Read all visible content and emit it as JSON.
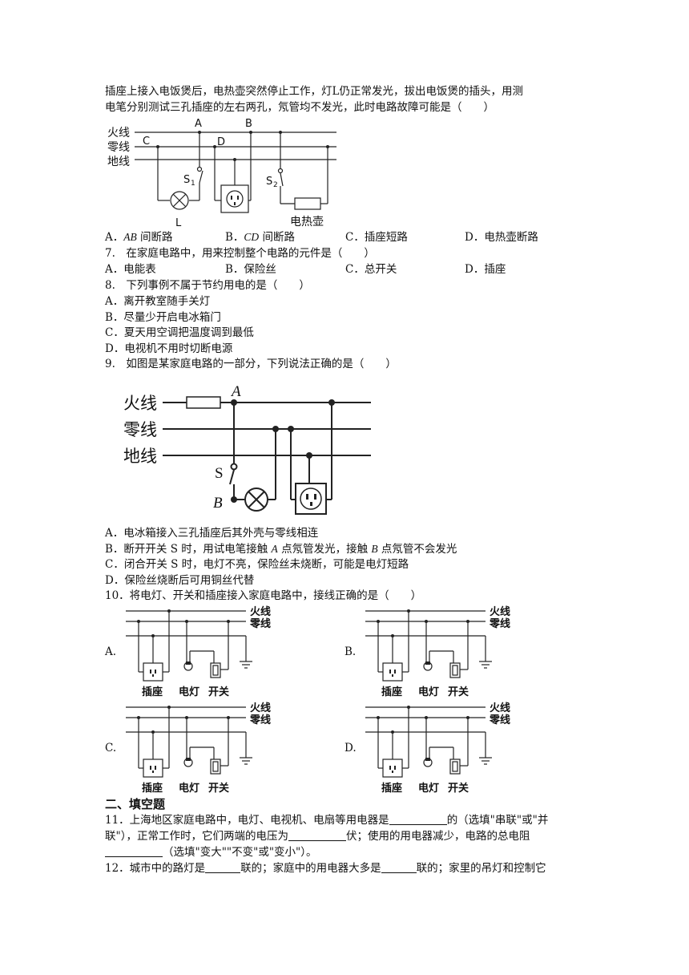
{
  "q6": {
    "line1": "插座上接入电饭煲后，电热壶突然停止工作，灯L仍正常发光，拔出电饭煲的插头，用测",
    "line2": "电笔分别测试三孔插座的左右两孔，氖管均不发光，此时电路故障可能是（　　）",
    "fig": {
      "fire": "火线",
      "zero": "零线",
      "ground": "地线",
      "A": "A",
      "B": "B",
      "C": "C",
      "D": "D",
      "S1": "S",
      "S1sub": "1",
      "S2": "S",
      "S2sub": "2",
      "L": "L",
      "kettle": "电热壶"
    },
    "options": [
      {
        "letter": "A．",
        "it": "AB",
        "text": " 间断路"
      },
      {
        "letter": "B．",
        "it": "CD",
        "text": " 间断路"
      },
      {
        "letter": "C．",
        "it": "",
        "text": "插座短路"
      },
      {
        "letter": "D．",
        "it": "",
        "text": "电热壶断路"
      }
    ]
  },
  "q7": {
    "stem": "7.　在家庭电路中，用来控制整个电路的元件是（　　）",
    "options": [
      "A．电能表",
      "B．保险丝",
      "C．总开关",
      "D．插座"
    ]
  },
  "q8": {
    "stem": "8.　下列事例不属于节约用电的是（　　）",
    "options": [
      "A．离开教室随手关灯",
      "B．尽量少开启电冰箱门",
      "C．夏天用空调把温度调到最低",
      "D．电视机不用时切断电源"
    ]
  },
  "q9": {
    "stem": "9.　如图是某家庭电路的一部分，下列说法正确的是（　　）",
    "fig": {
      "fire": "火线",
      "zero": "零线",
      "ground": "地线",
      "A": "A",
      "S": "S",
      "B": "B"
    },
    "optA": "A．电冰箱接入三孔插座后其外壳与零线相连",
    "optB1": "B．断开开关 S 时，用试电笔接触 ",
    "optB2": "A",
    "optB3": " 点氖管发光，接触 ",
    "optB4": "B",
    "optB5": " 点氖管不会发光",
    "optC": "C．闭合开关 S 时，电灯不亮，保险丝未烧断，可能是电灯短路",
    "optD": "D．保险丝烧断后可用铜丝代替"
  },
  "q10": {
    "stem": "10．将电灯、开关和插座接入家庭电路中，接线正确的是（　　）",
    "fire": "火线",
    "zero": "零线",
    "socket": "插座",
    "lamp": "电灯",
    "switch": "开关",
    "labels": [
      "A.",
      "B.",
      "C.",
      "D."
    ]
  },
  "section2": {
    "title": "二、填空题"
  },
  "q11": {
    "p1": "11．上海地区家庭电路中，电灯、电视机、电扇等用电器是",
    "p2": "的（选填\"串联\"或\"并",
    "p3": "联\"），正常工作时，它们两端的电压为",
    "p4": "伏；使用的用电器减少，电路的总电阻",
    "p5": "（选填\"变大\"\"不变\"或\"变小\"）。"
  },
  "q12": {
    "p1": "12．城市中的路灯是",
    "p2": "联的；家庭中的用电器大多是",
    "p3": "联的；家里的吊灯和控制它"
  }
}
